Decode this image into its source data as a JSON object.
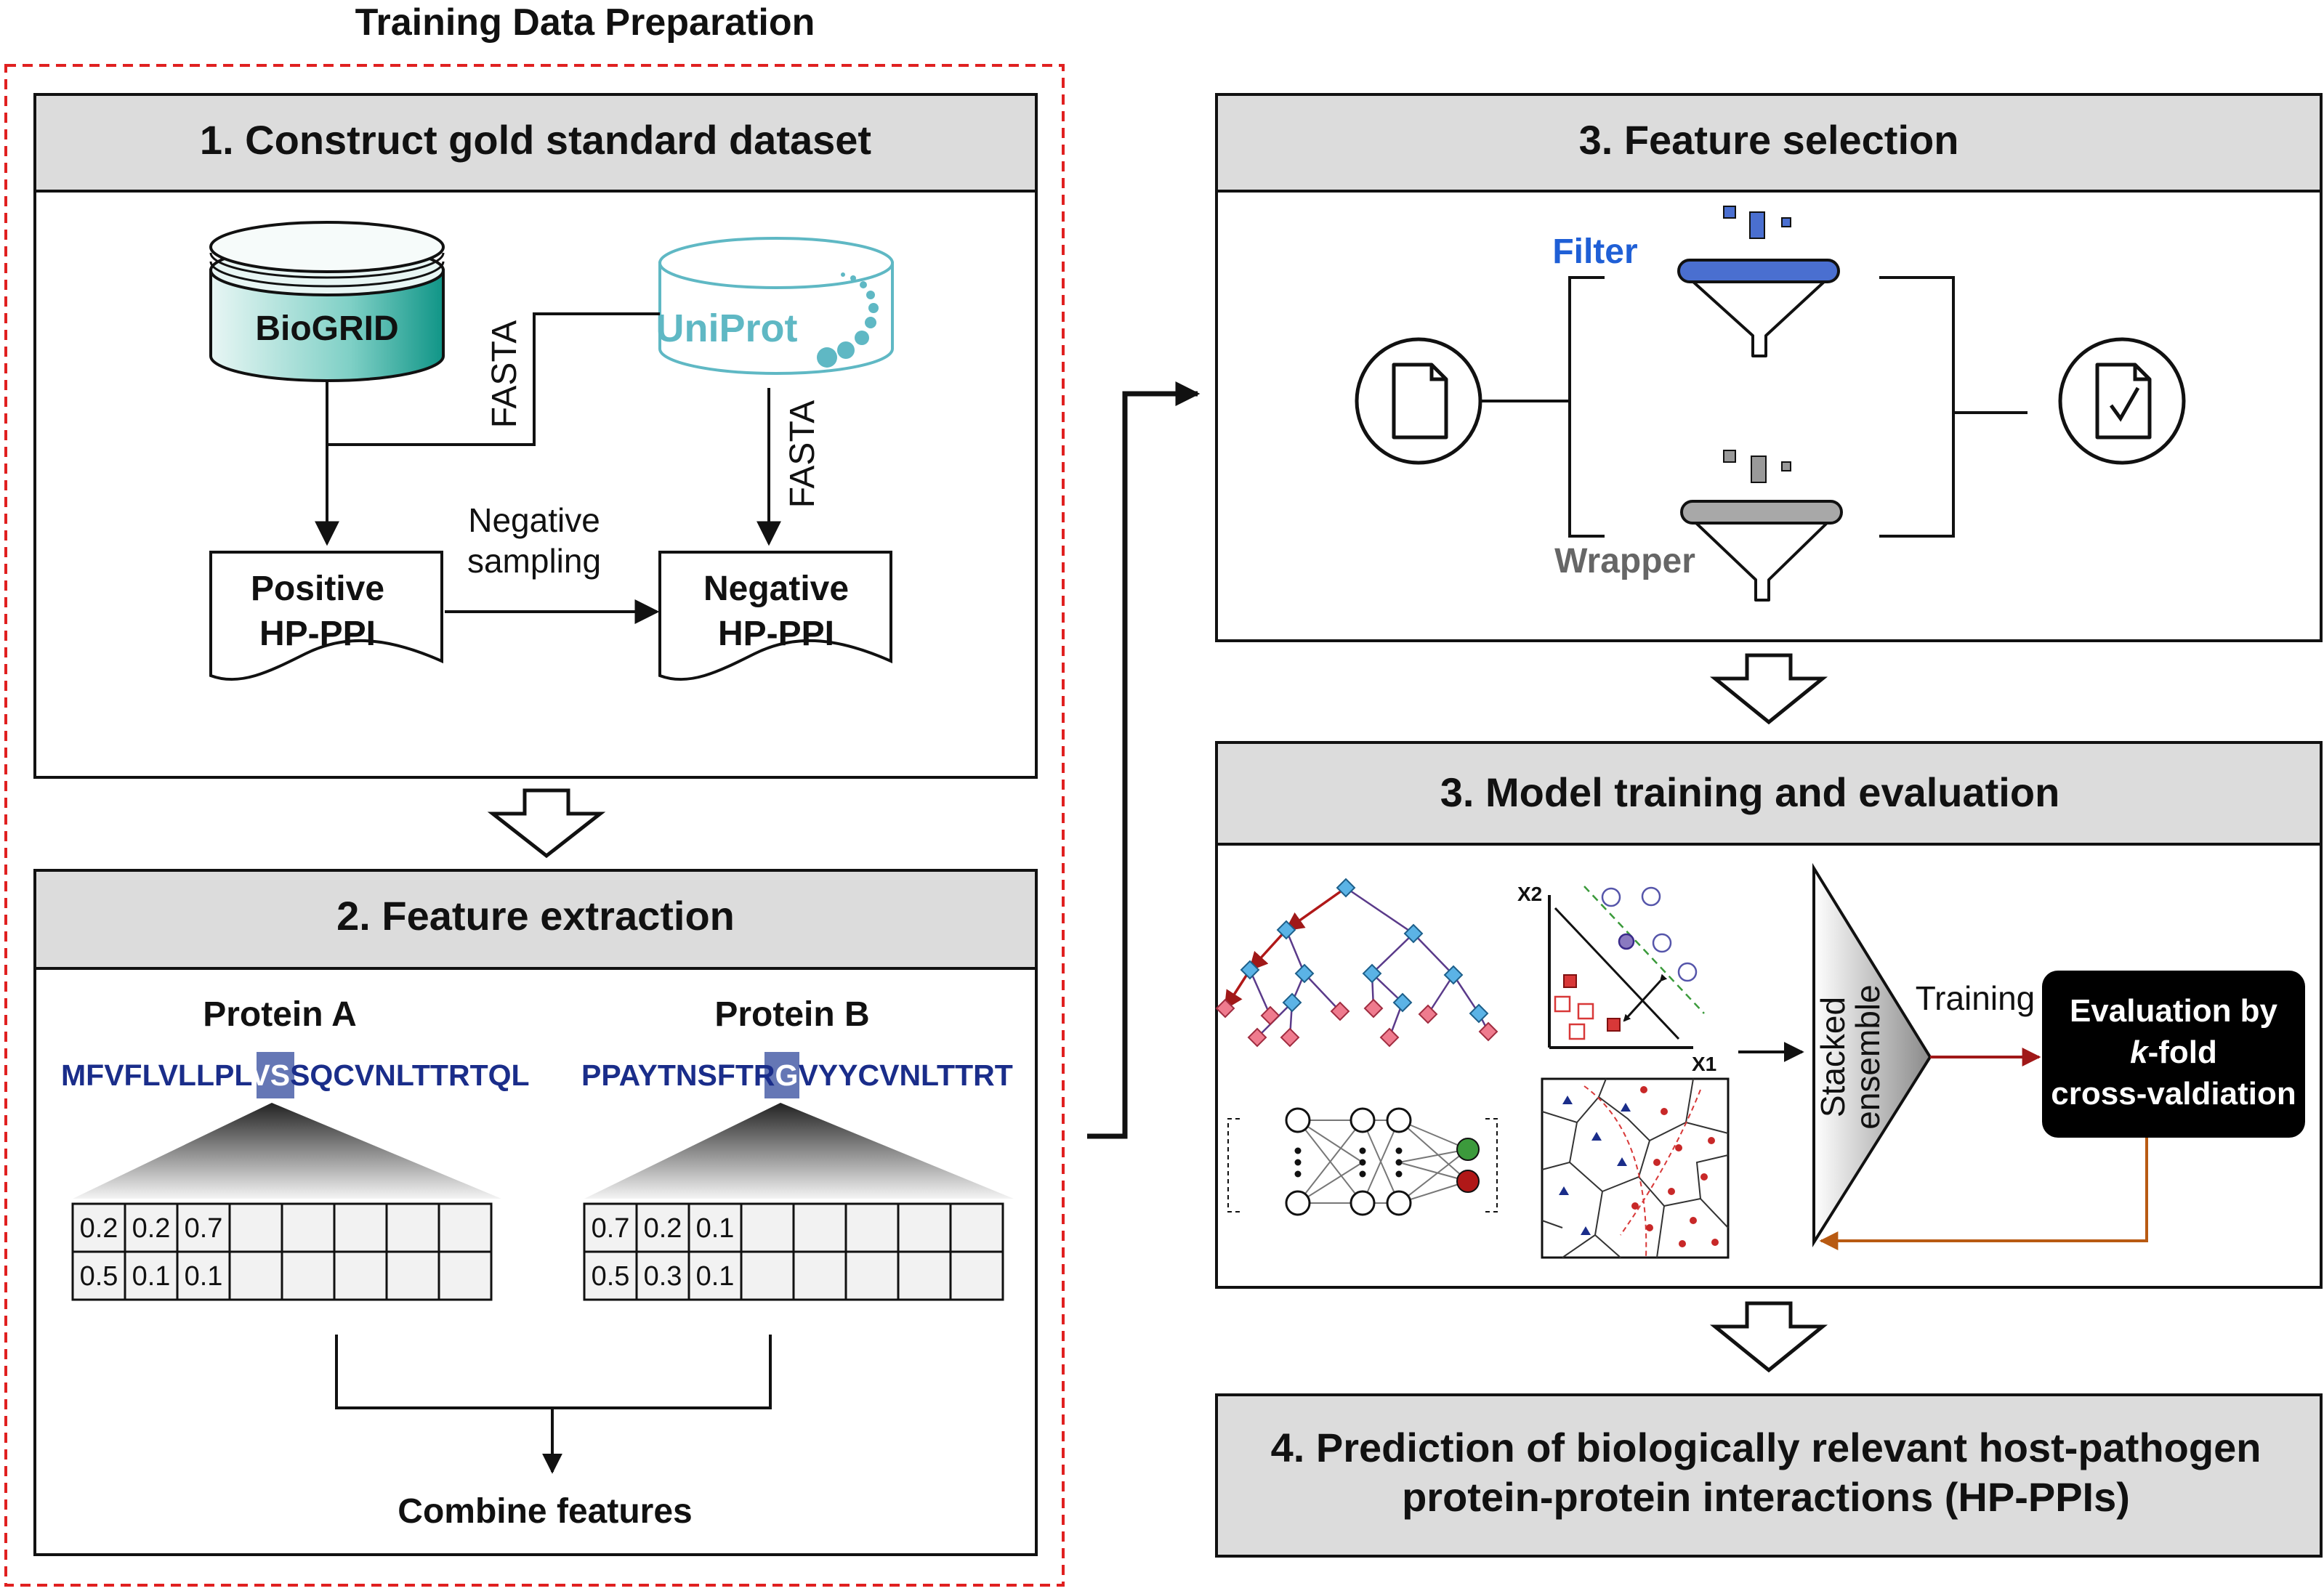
{
  "title": "Training Data Preparation",
  "step1": {
    "title": "1. Construct gold standard dataset",
    "db_biogrid": "BioGRID",
    "db_uniprot": "UniProt",
    "fasta_left": "FASTA",
    "fasta_right": "FASTA",
    "positive_line1": "Positive",
    "positive_line2": "HP-PPI",
    "negative_line1": "Negative",
    "negative_line2": "HP-PPI",
    "neg_sampling_line1": "Negative",
    "neg_sampling_line2": "sampling"
  },
  "step2": {
    "title": "2. Feature extraction",
    "protein_a": {
      "label": "Protein A",
      "seq_before": "MFVFLVLLPL",
      "seq_highlight": "VS",
      "seq_after": "SQCVNLTTRTQL",
      "row1": [
        "0.2",
        "0.2",
        "0.7"
      ],
      "row2": [
        "0.5",
        "0.1",
        "0.1"
      ]
    },
    "protein_b": {
      "label": "Protein B",
      "seq_before": "PPAYTNSFTR",
      "seq_highlight": "G",
      "seq_after": "VYYCVNLTTRT",
      "row1": [
        "0.7",
        "0.2",
        "0.1"
      ],
      "row2": [
        "0.5",
        "0.3",
        "0.1"
      ]
    },
    "combine": "Combine features"
  },
  "step3a": {
    "title": "3. Feature selection",
    "filter": "Filter",
    "wrapper": "Wrapper"
  },
  "step3b": {
    "title": "3. Model training and evaluation",
    "axis_x2": "X2",
    "axis_x1": "X1",
    "ensemble_line1": "Stacked",
    "ensemble_line2": "ensemble",
    "training": "Training",
    "eval_line1": "Evaluation by",
    "eval_line2_k": "k",
    "eval_line2_rest": "-fold",
    "eval_line3": "cross-valdiation"
  },
  "step4": {
    "line1": "4. Prediction of biologically relevant host-pathogen",
    "line2": "protein-protein interactions (HP-PPIs)"
  },
  "colors": {
    "highlight": "#4a5fa8",
    "filter_blue": "#1f5fd6",
    "wrapper_gray": "#666666",
    "dashed_red": "#e02020",
    "biogrid_teal": "#1aa79a",
    "uniprot_teal": "#5fb8c4",
    "arrow_red": "#a01818",
    "arrow_brown": "#b85a12"
  }
}
